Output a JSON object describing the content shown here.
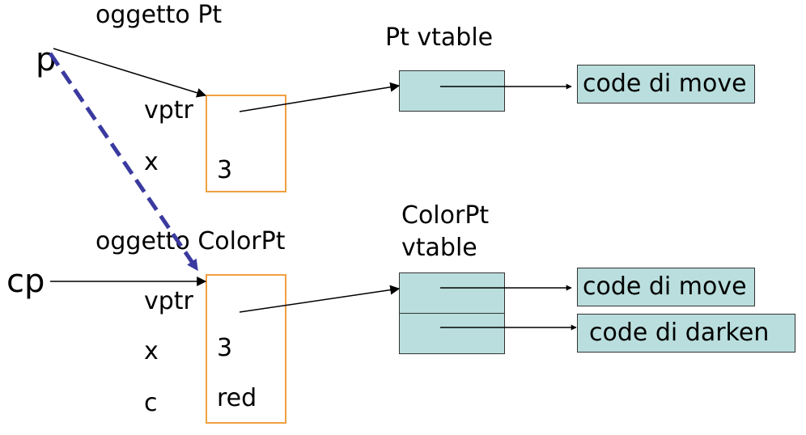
{
  "objects": {
    "pt": {
      "title": "oggetto Pt",
      "field_labels": [
        "vptr",
        "x"
      ],
      "field_values": [
        "",
        "3"
      ]
    },
    "colorpt": {
      "title": "oggetto ColorPt",
      "field_labels": [
        "vptr",
        "x",
        "c"
      ],
      "field_values": [
        "",
        "3",
        "red"
      ]
    }
  },
  "variables": {
    "p": "p",
    "cp": "cp"
  },
  "vtables": {
    "pt": {
      "title": "Pt vtable"
    },
    "colorpt": {
      "title_line1": "ColorPt",
      "title_line2": "vtable"
    }
  },
  "code_boxes": {
    "pt_move": "code di move",
    "colorpt_move": "code di move",
    "colorpt_darken": "code di darken"
  },
  "colors": {
    "object_border": "#f0a040",
    "vtable_fill": "#b9dedd",
    "dashed_arrow": "#3a3aa0"
  }
}
